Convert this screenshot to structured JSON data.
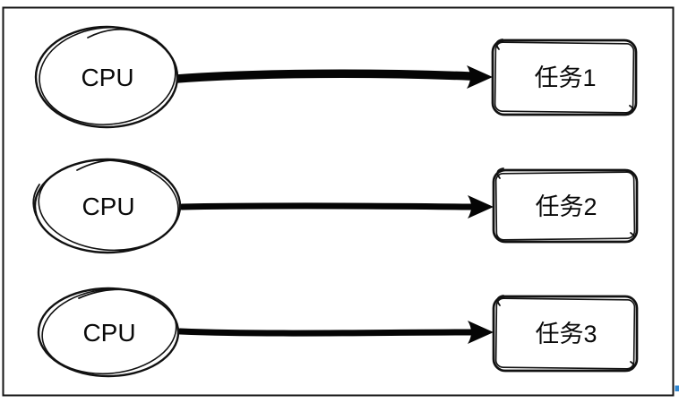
{
  "diagram": {
    "rows": [
      {
        "cpu_label": "CPU",
        "task_label": "任务1"
      },
      {
        "cpu_label": "CPU",
        "task_label": "任务2"
      },
      {
        "cpu_label": "CPU",
        "task_label": "任务3"
      }
    ],
    "colors": {
      "line": "#111111",
      "background": "#ffffff",
      "edge_marker": "#2e86d1"
    }
  }
}
